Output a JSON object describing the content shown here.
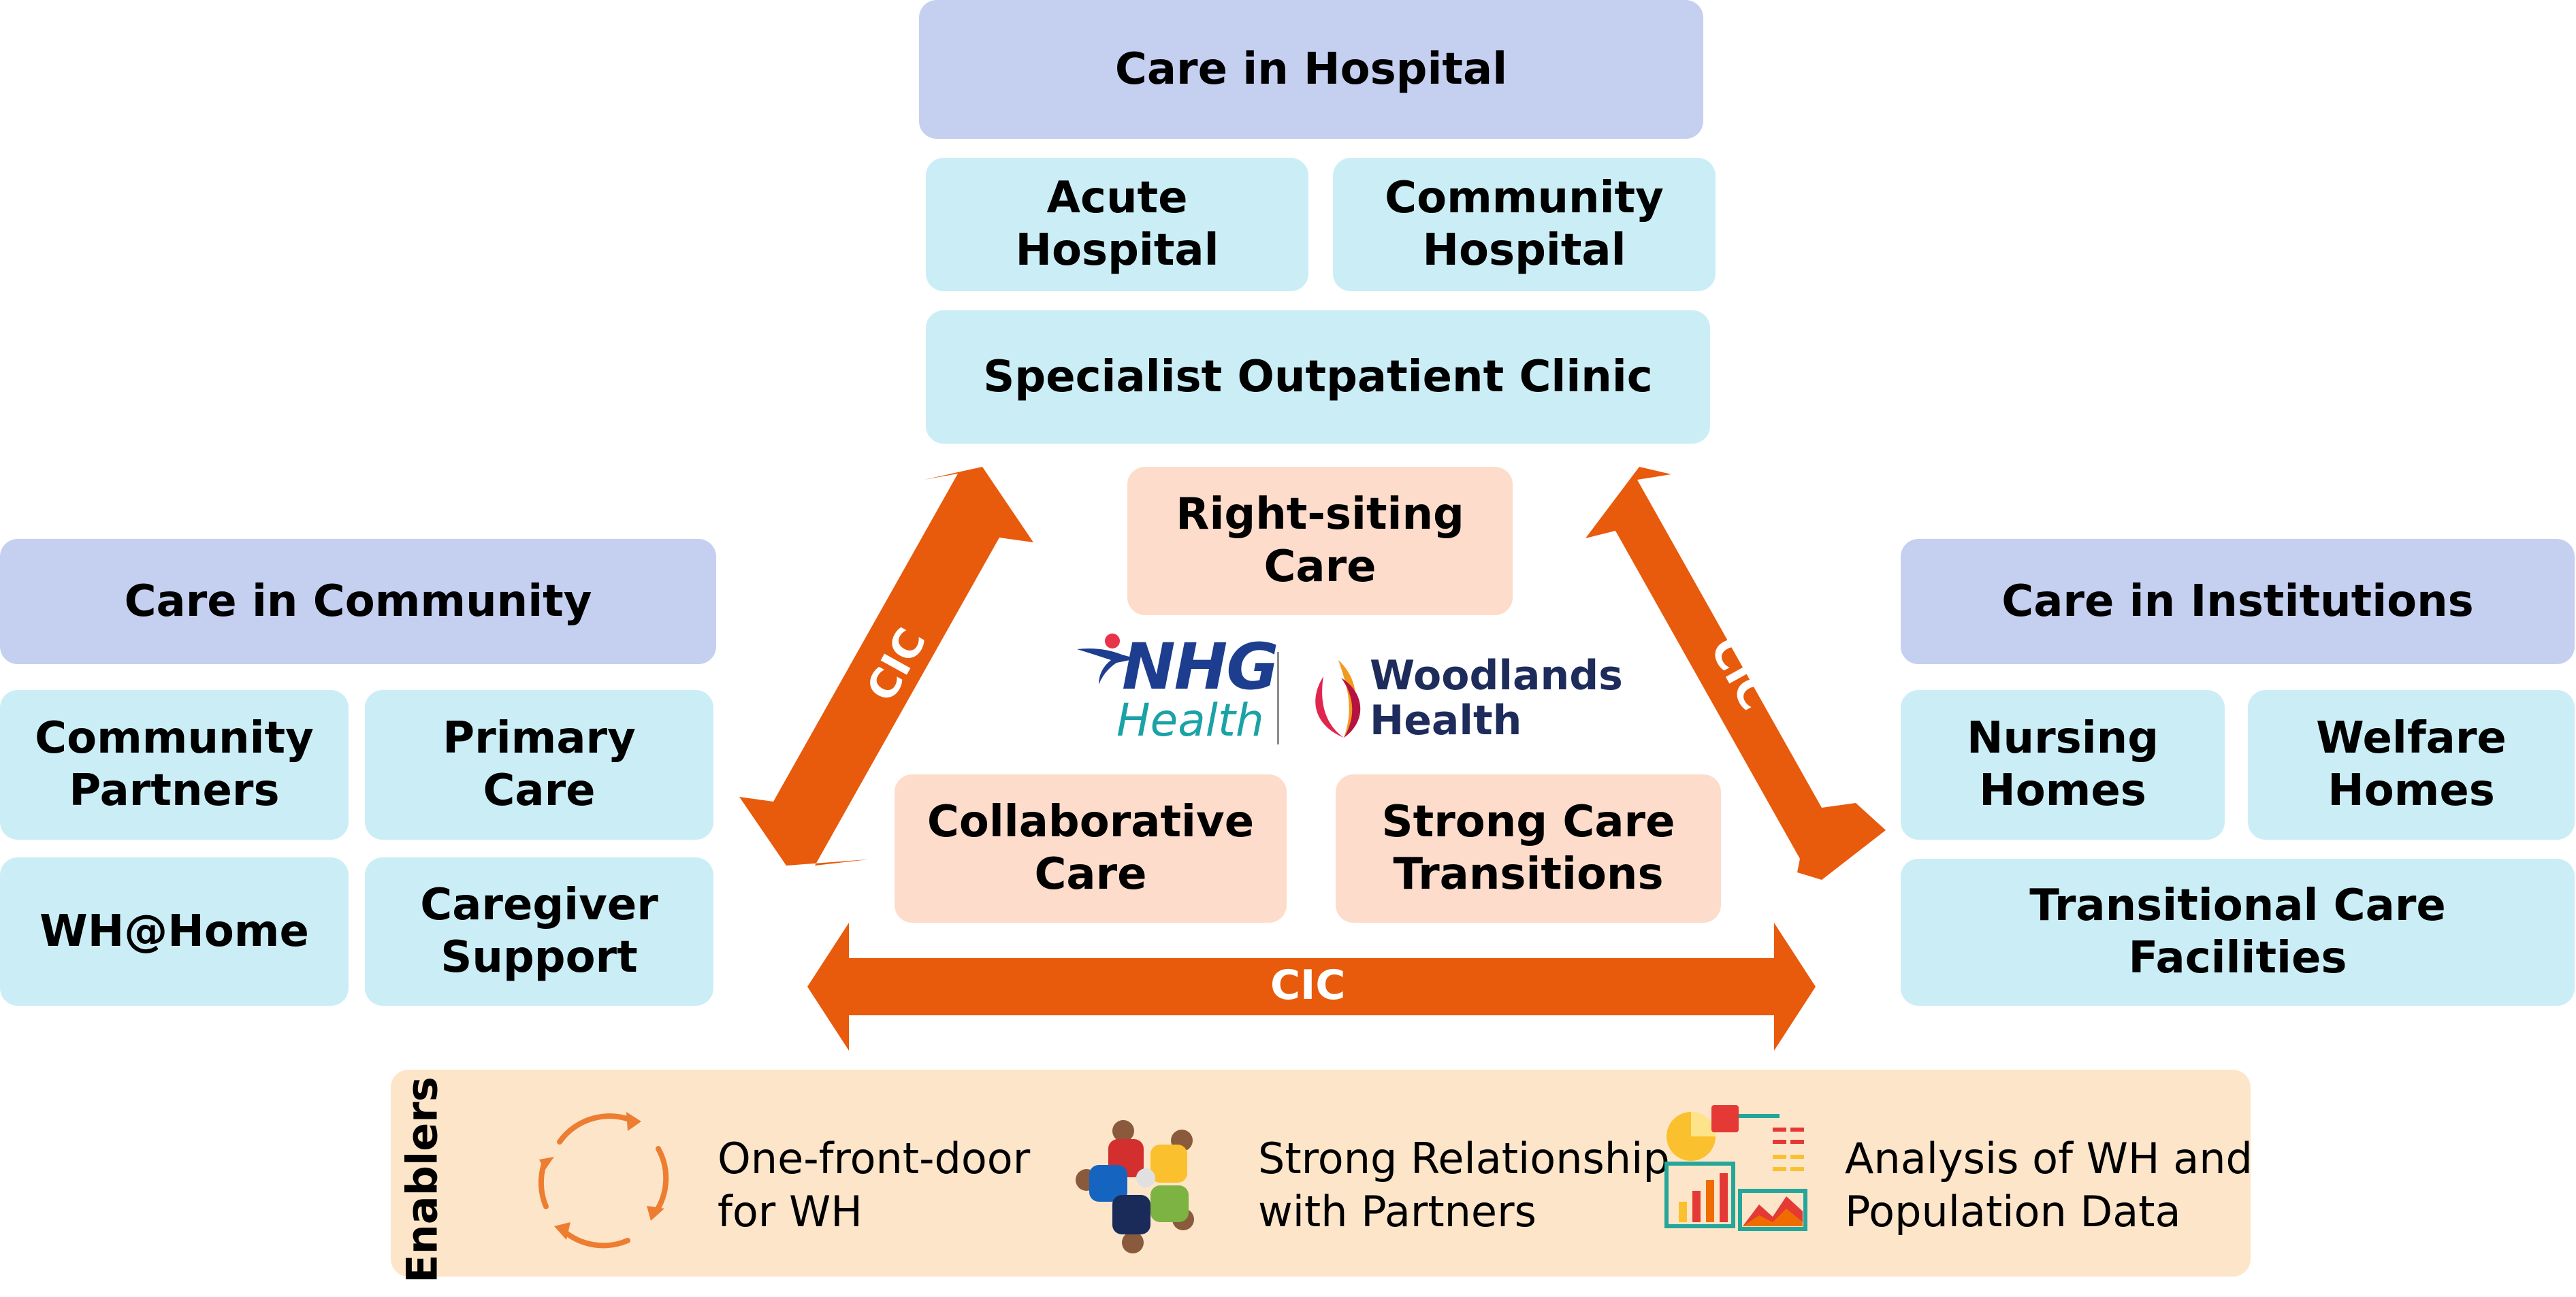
{
  "hospital": {
    "title": "Care in Hospital",
    "items": [
      "Acute\nHospital",
      "Community\nHospital",
      "Specialist Outpatient Clinic"
    ]
  },
  "community": {
    "title": "Care in Community",
    "items": [
      "Community\nPartners",
      "Primary\nCare",
      "WH@Home",
      "Caregiver\nSupport"
    ]
  },
  "institutions": {
    "title": "Care in Institutions",
    "items": [
      "Nursing\nHomes",
      "Welfare\nHomes",
      "Transitional Care\nFacilities"
    ]
  },
  "center": {
    "items": [
      "Right-siting\nCare",
      "Collaborative\nCare",
      "Strong Care\nTransitions"
    ]
  },
  "links": {
    "left": "CIC",
    "right": "CIC",
    "bottom": "CIC"
  },
  "logos": {
    "nhg_top": "NHG",
    "nhg_bottom": "Health",
    "wh_top": "Woodlands",
    "wh_bottom": "Health"
  },
  "enablers": {
    "title": "Enablers",
    "items": [
      {
        "label": "One-front-door\nfor WH",
        "icon": "cycle-arrows-icon"
      },
      {
        "label": "Strong Relationship\nwith Partners",
        "icon": "people-circle-icon"
      },
      {
        "label": "Analysis of WH and\nPopulation Data",
        "icon": "analytics-icon"
      }
    ]
  },
  "colors": {
    "header": "#c5d0f0",
    "sub_box": "#cbeef6",
    "center_box": "#fddccb",
    "arrow": "#e85a0c",
    "enablers_bg": "#fde5c9"
  }
}
